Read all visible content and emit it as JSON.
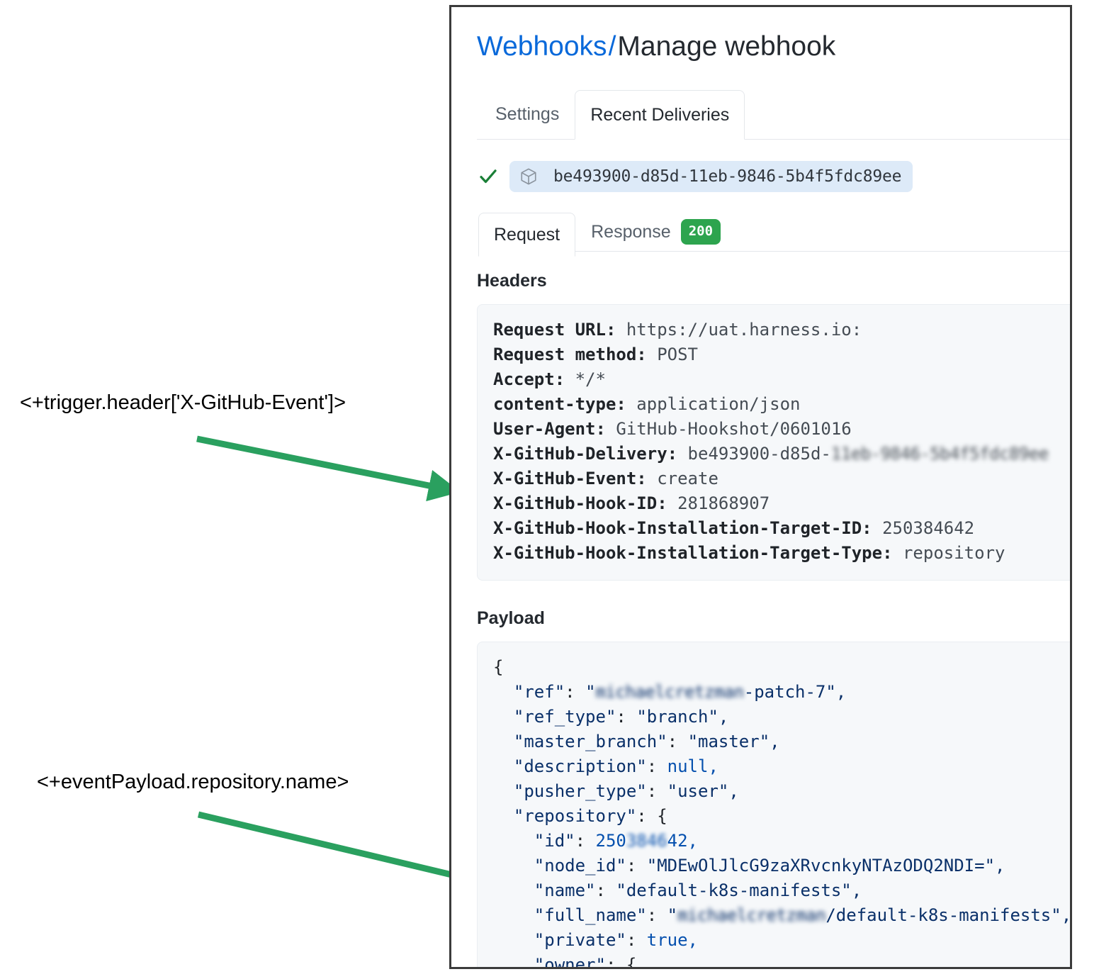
{
  "annotations": [
    {
      "id": "header-expression",
      "text": "<+trigger.header['X-GitHub-Event']>"
    },
    {
      "id": "payload-expression",
      "text": "<+eventPayload.repository.name>"
    }
  ],
  "colors": {
    "arrow_green": "#2aa05f",
    "link_blue": "#0969da",
    "badge_green": "#2da44e",
    "pill_blue": "#ddeaf8",
    "code_panel_bg": "#f6f8fa"
  },
  "page": {
    "title_link": "Webhooks",
    "title_separator": "/",
    "title_current": "Manage webhook"
  },
  "outer_tabs": [
    {
      "label": "Settings",
      "active": false
    },
    {
      "label": "Recent Deliveries",
      "active": true
    }
  ],
  "delivery": {
    "status_icon": "check-icon",
    "package_icon": "package-icon",
    "id": "be493900-d85d-11eb-9846-5b4f5fdc89ee"
  },
  "inner_tabs": [
    {
      "label": "Request",
      "active": true
    },
    {
      "label": "Response",
      "active": false,
      "badge": "200"
    }
  ],
  "headers_section": {
    "heading": "Headers",
    "rows": [
      {
        "key": "Request URL:",
        "value": "https://uat.harness.io:"
      },
      {
        "key": "Request method:",
        "value": "POST"
      },
      {
        "key": "Accept:",
        "value": "*/*"
      },
      {
        "key": "content-type:",
        "value": "application/json"
      },
      {
        "key": "User-Agent:",
        "value": "GitHub-Hookshot/0601016"
      },
      {
        "key": "X-GitHub-Delivery:",
        "value": "be493900-d85d-",
        "redacted_value": "11eb-9846-5b4f5fdc89ee"
      },
      {
        "key": "X-GitHub-Event:",
        "value": "create"
      },
      {
        "key": "X-GitHub-Hook-ID:",
        "value": "281868907"
      },
      {
        "key": "X-GitHub-Hook-Installation-Target-ID:",
        "value": "250384642"
      },
      {
        "key": "X-GitHub-Hook-Installation-Target-Type:",
        "value": "repository"
      }
    ]
  },
  "payload_section": {
    "heading": "Payload",
    "lines": [
      {
        "indent": 0,
        "text": "{"
      },
      {
        "indent": 1,
        "key": "\"ref\"",
        "value_prefix": "\"",
        "redacted": "michaelcretzman",
        "value_suffix": "-patch-7\",",
        "type": "string"
      },
      {
        "indent": 1,
        "key": "\"ref_type\"",
        "value": "\"branch\",",
        "type": "string"
      },
      {
        "indent": 1,
        "key": "\"master_branch\"",
        "value": "\"master\",",
        "type": "string"
      },
      {
        "indent": 1,
        "key": "\"description\"",
        "value": "null,",
        "type": "literal"
      },
      {
        "indent": 1,
        "key": "\"pusher_type\"",
        "value": "\"user\",",
        "type": "string"
      },
      {
        "indent": 1,
        "key": "\"repository\"",
        "value": "{",
        "type": "object"
      },
      {
        "indent": 2,
        "key": "\"id\"",
        "value_prefix": "250",
        "redacted": "3846",
        "value_suffix": "42,",
        "type": "number"
      },
      {
        "indent": 2,
        "key": "\"node_id\"",
        "value": "\"MDEwOlJlcG9zaXRvcnkyNTAzODQ2NDI=\",",
        "type": "string"
      },
      {
        "indent": 2,
        "key": "\"name\"",
        "value": "\"default-k8s-manifests\",",
        "type": "string"
      },
      {
        "indent": 2,
        "key": "\"full_name\"",
        "value_prefix": "\"",
        "redacted": "michaelcretzman",
        "value_suffix": "/default-k8s-manifests\",",
        "type": "string"
      },
      {
        "indent": 2,
        "key": "\"private\"",
        "value": "true,",
        "type": "literal"
      },
      {
        "indent": 2,
        "key": "\"owner\"",
        "value": "{",
        "type": "object"
      }
    ]
  }
}
